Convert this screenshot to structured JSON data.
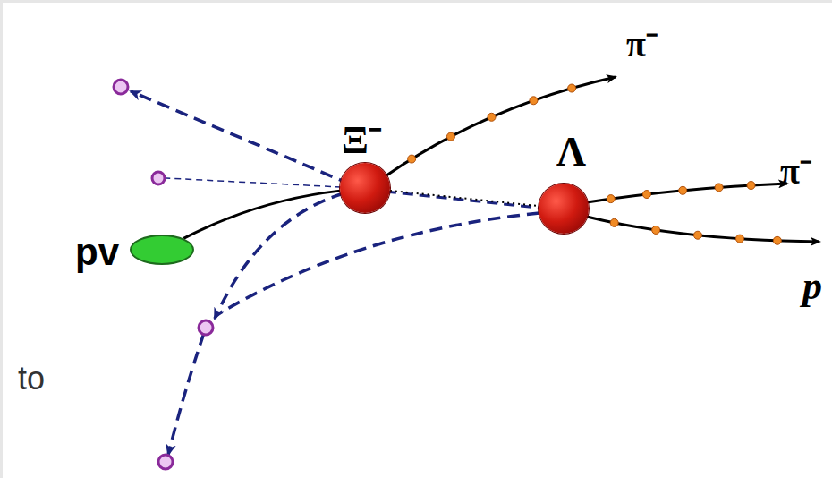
{
  "diagram": {
    "nodes": [
      {
        "text": [
          "pv"
        ]
      },
      {
        "text": [
          "Ξ⁻"
        ]
      },
      {
        "text": [
          "Λ"
        ]
      }
    ],
    "edges": [
      {
        "from": 0,
        "to": 1,
        "arrow": "none"
      },
      {
        "from": 1,
        "to": 2,
        "arrow": "none"
      }
    ],
    "labels": [
      "π⁻",
      "π⁻",
      "p",
      "to"
    ]
  }
}
